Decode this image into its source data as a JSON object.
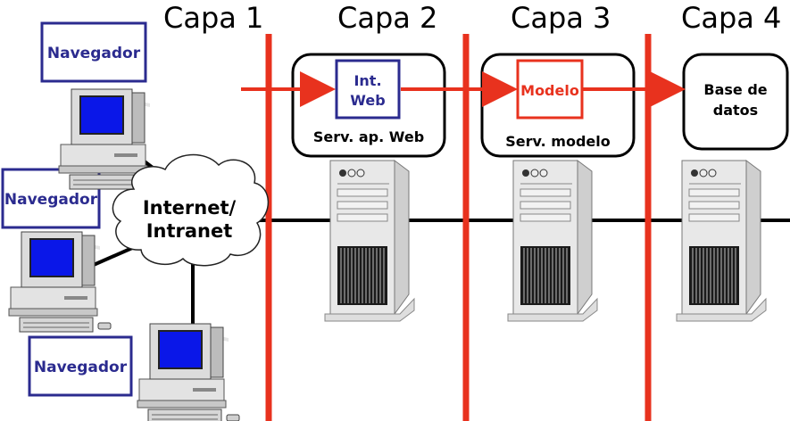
{
  "layers": [
    "Capa 1",
    "Capa 2",
    "Capa 3",
    "Capa 4"
  ],
  "browsers": [
    "Navegador",
    "Navegador",
    "Navegador"
  ],
  "network": {
    "line1": "Internet/",
    "line2": "Intranet"
  },
  "tier2": {
    "inner_line1": "Int.",
    "inner_line2": "Web",
    "caption": "Serv. ap. Web"
  },
  "tier3": {
    "inner": "Modelo",
    "caption": "Serv. modelo"
  },
  "tier4": {
    "line1": "Base de",
    "line2": "datos"
  },
  "colors": {
    "divider": "#e8321e",
    "browser_border": "#2b2b8f",
    "screen": "#0a17e8",
    "arrow": "#e8321e"
  },
  "icons": [
    "computer-icon",
    "server-icon",
    "cloud-icon"
  ]
}
